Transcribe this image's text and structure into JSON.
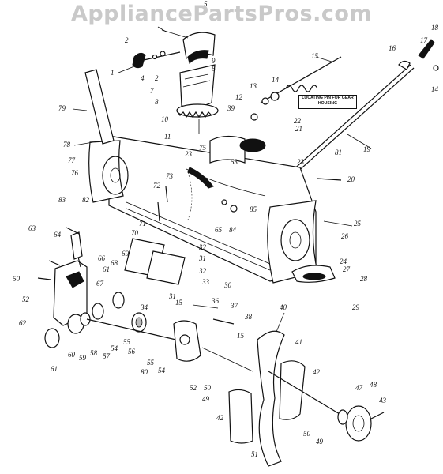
{
  "watermark": "AppliancePartsPros.com",
  "note": "LOCATING PIN FOR GEAR HOUSING",
  "labels": {
    "l1": "1",
    "l2a": "2",
    "l2b": "2",
    "l4": "4",
    "l5": "5",
    "l6": "6",
    "l7": "7",
    "l8": "8",
    "l9": "9",
    "l10": "10",
    "l11": "11",
    "l12": "12",
    "l13": "13",
    "l14a": "14",
    "l14b": "14",
    "l15a": "15",
    "l15b": "15",
    "l15c": "15",
    "l16": "16",
    "l17": "17",
    "l18": "18",
    "l19": "19",
    "l20": "20",
    "l21": "21",
    "l22": "22",
    "l23a": "23",
    "l23b": "23",
    "l24": "24",
    "l25": "25",
    "l26": "26",
    "l27": "27",
    "l28": "28",
    "l29": "29",
    "l30": "30",
    "l31a": "31",
    "l31b": "31",
    "l32a": "32",
    "l32b": "32",
    "l33": "33",
    "l34": "34",
    "l36": "36",
    "l37": "37",
    "l38": "38",
    "l39": "39",
    "l40": "40",
    "l41": "41",
    "l42a": "42",
    "l42b": "42",
    "l43": "43",
    "l47": "47",
    "l48": "48",
    "l49a": "49",
    "l49b": "49",
    "l50a": "50",
    "l50b": "50",
    "l50c": "50",
    "l51": "51",
    "l52a": "52",
    "l52b": "52",
    "l53": "53",
    "l54a": "54",
    "l54b": "54",
    "l55a": "55",
    "l55b": "55",
    "l56": "56",
    "l57": "57",
    "l58": "58",
    "l59": "59",
    "l60": "60",
    "l61a": "61",
    "l61b": "61",
    "l62": "62",
    "l63": "63",
    "l64": "64",
    "l65": "65",
    "l66": "66",
    "l67": "67",
    "l68": "68",
    "l69": "69",
    "l70": "70",
    "l71": "71",
    "l72": "72",
    "l73": "73",
    "l75": "75",
    "l76": "76",
    "l77": "77",
    "l78": "78",
    "l79": "79",
    "l80": "80",
    "l81": "81",
    "l82": "82",
    "l83": "83",
    "l84": "84",
    "l85": "85"
  }
}
